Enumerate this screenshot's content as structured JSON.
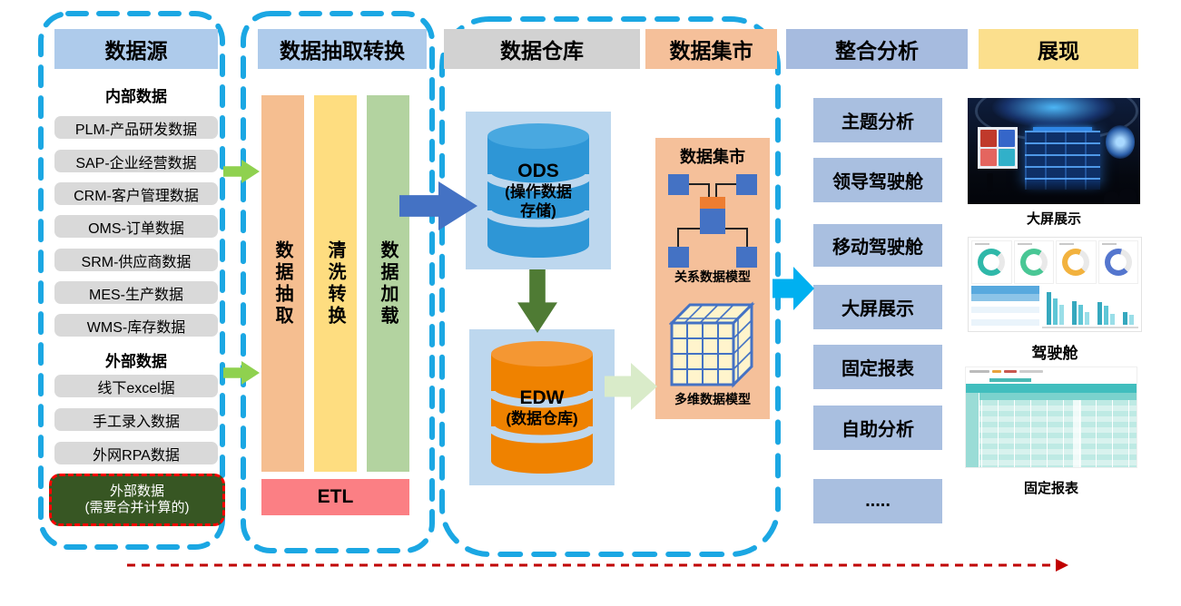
{
  "sections": {
    "source": {
      "header": "数据源",
      "internal_label": "内部数据",
      "internal_items": [
        "PLM-产品研发数据",
        "SAP-企业经营数据",
        "CRM-客户管理数据",
        "OMS-订单数据",
        "SRM-供应商数据",
        "MES-生产数据",
        "WMS-库存数据"
      ],
      "external_label": "外部数据",
      "external_items": [
        "线下excel据",
        "手工录入数据",
        "外网RPA数据"
      ],
      "merged_external_line1": "外部数据",
      "merged_external_line2": "(需要合并计算的)"
    },
    "etl": {
      "header": "数据抽取转换",
      "bar_extract": "数据抽取",
      "bar_clean": "清洗转换",
      "bar_load": "数据加载",
      "label": "ETL"
    },
    "warehouse": {
      "header": "数据仓库",
      "ods_title": "ODS",
      "ods_subtitle_line1": "(操作数据",
      "ods_subtitle_line2": "存储)",
      "edw_title": "EDW",
      "edw_subtitle": "(数据仓库)"
    },
    "mart": {
      "header": "数据集市",
      "panel_title": "数据集市",
      "relational_label": "关系数据模型",
      "cube_label": "多维数据模型"
    },
    "analysis": {
      "header": "整合分析",
      "items": [
        "主题分析",
        "领导驾驶舱",
        "移动驾驶舱",
        "大屏展示",
        "固定报表",
        "自助分析",
        "....."
      ]
    },
    "presentation": {
      "header": "展现",
      "captions": [
        "大屏展示",
        "驾驶舱",
        "固定报表"
      ]
    }
  },
  "colors": {
    "blue_header": "#AECBEB",
    "gray_header": "#D2D2D2",
    "peach_header": "#F5C09A",
    "periwinkle_header": "#A6BBDF",
    "yellow_header": "#FBDF8D",
    "dashed_border": "#1BA7E3",
    "source_item_bg": "#D9D9D9",
    "merged_box_bg": "#375623",
    "merged_box_border": "#FF0000",
    "bar_extract_bg": "#F5BE90",
    "bar_clean_bg": "#FEDD80",
    "bar_load_bg": "#B3D3A0",
    "etl_box_bg": "#FB7F84",
    "warehouse_panel_bg": "#BDD7EE",
    "ods_cylinder": "#2E96D6",
    "edw_cylinder": "#EF8200",
    "mart_panel_bg": "#F5C09A",
    "model_square": "#4472C4",
    "fact_table_rect": "#ED7D31",
    "cube_face": "#FFF4CC",
    "arrow_green": "#8FD14F",
    "arrow_blue": "#4472C4",
    "arrow_dark_green": "#4F7B34",
    "arrow_light_green": "#D9EBC9",
    "arrow_cyan": "#00B0F0",
    "flow_line_red": "#C00000",
    "analysis_item_bg": "#A9BFE0"
  }
}
